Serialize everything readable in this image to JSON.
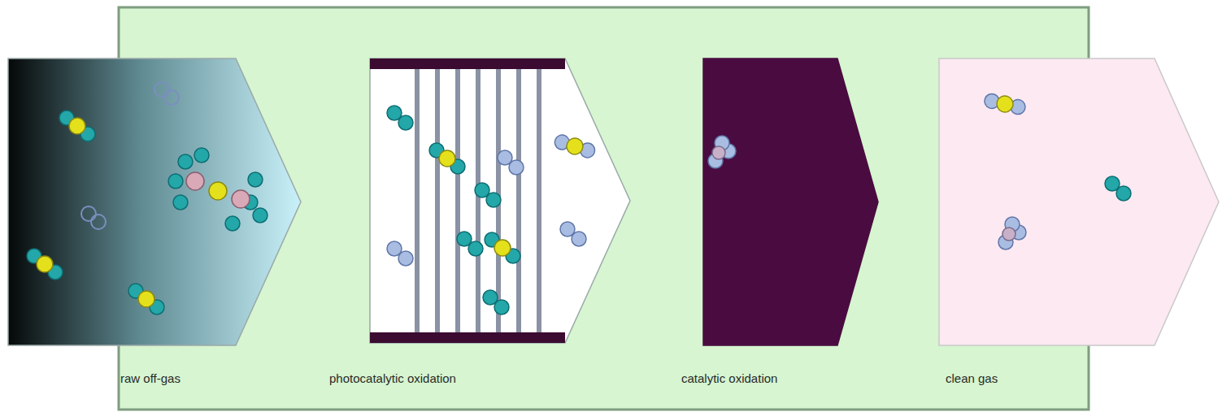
{
  "diagram": {
    "nodes": [
      {
        "text": [
          "raw off-gas"
        ]
      },
      {
        "text": [
          "photocatalytic oxidation"
        ]
      },
      {
        "text": [
          "catalytic oxidation"
        ]
      },
      {
        "text": [
          "clean gas"
        ]
      }
    ]
  }
}
